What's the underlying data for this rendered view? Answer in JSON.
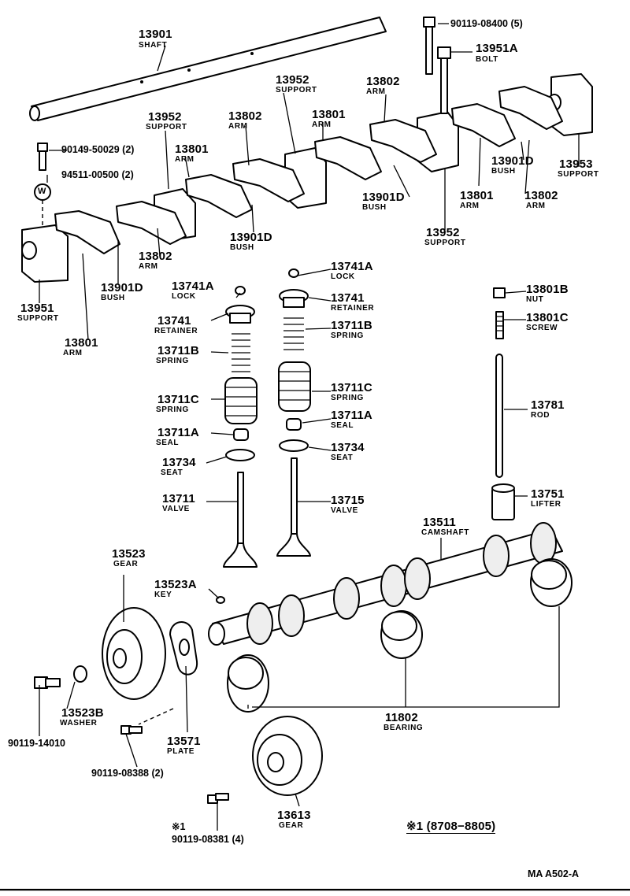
{
  "parts": [
    {
      "id": "shaft",
      "number": "13901",
      "name": "SHAFT"
    },
    {
      "id": "bolt-top",
      "number": "90119-08400 (5)",
      "name": ""
    },
    {
      "id": "bolt-13951a",
      "number": "13951A",
      "name": "BOLT"
    },
    {
      "id": "support-13952-top",
      "number": "13952",
      "name": "SUPPORT"
    },
    {
      "id": "arm-13802-top",
      "number": "13802",
      "name": "ARM"
    },
    {
      "id": "support-13952-left",
      "number": "13952",
      "name": "SUPPORT"
    },
    {
      "id": "arm-13802-mid",
      "number": "13802",
      "name": "ARM"
    },
    {
      "id": "arm-13801-mid",
      "number": "13801",
      "name": "ARM"
    },
    {
      "id": "arm-13801-left",
      "number": "13801",
      "name": "ARM"
    },
    {
      "id": "bolt-90149",
      "number": "90149-50029 (2)",
      "name": ""
    },
    {
      "id": "washer-94511",
      "number": "94511-00500 (2)",
      "name": ""
    },
    {
      "id": "support-13953",
      "number": "13953",
      "name": "SUPPORT"
    },
    {
      "id": "bush-13901d-right",
      "number": "13901D",
      "name": "BUSH"
    },
    {
      "id": "bush-13901d-center",
      "number": "13901D",
      "name": "BUSH"
    },
    {
      "id": "arm-13801-right",
      "number": "13801",
      "name": "ARM"
    },
    {
      "id": "arm-13802-right",
      "number": "13802",
      "name": "ARM"
    },
    {
      "id": "support-13952-bottom",
      "number": "13952",
      "name": "SUPPORT"
    },
    {
      "id": "bush-13901d-mid",
      "number": "13901D",
      "name": "BUSH"
    },
    {
      "id": "arm-13802-left",
      "number": "13802",
      "name": "ARM"
    },
    {
      "id": "bush-13901d-left",
      "number": "13901D",
      "name": "BUSH"
    },
    {
      "id": "support-13951",
      "number": "13951",
      "name": "SUPPORT"
    },
    {
      "id": "arm-13801-bottom",
      "number": "13801",
      "name": "ARM"
    },
    {
      "id": "lock-left",
      "number": "13741A",
      "name": "LOCK"
    },
    {
      "id": "lock-right",
      "number": "13741A",
      "name": "LOCK"
    },
    {
      "id": "retainer-left",
      "number": "13741",
      "name": "RETAINER"
    },
    {
      "id": "retainer-right",
      "number": "13741",
      "name": "RETAINER"
    },
    {
      "id": "spring-b-left",
      "number": "13711B",
      "name": "SPRING"
    },
    {
      "id": "spring-b-right",
      "number": "13711B",
      "name": "SPRING"
    },
    {
      "id": "spring-c-left",
      "number": "13711C",
      "name": "SPRING"
    },
    {
      "id": "spring-c-right",
      "number": "13711C",
      "name": "SPRING"
    },
    {
      "id": "seal-left",
      "number": "13711A",
      "name": "SEAL"
    },
    {
      "id": "seal-right",
      "number": "13711A",
      "name": "SEAL"
    },
    {
      "id": "seat-left",
      "number": "13734",
      "name": "SEAT"
    },
    {
      "id": "seat-right",
      "number": "13734",
      "name": "SEAT"
    },
    {
      "id": "valve-intake",
      "number": "13711",
      "name": "VALVE"
    },
    {
      "id": "valve-exhaust",
      "number": "13715",
      "name": "VALVE"
    },
    {
      "id": "nut",
      "number": "13801B",
      "name": "NUT"
    },
    {
      "id": "screw",
      "number": "13801C",
      "name": "SCREW"
    },
    {
      "id": "rod",
      "number": "13781",
      "name": "ROD"
    },
    {
      "id": "lifter",
      "number": "13751",
      "name": "LIFTER"
    },
    {
      "id": "camshaft",
      "number": "13511",
      "name": "CAMSHAFT"
    },
    {
      "id": "gear-13523",
      "number": "13523",
      "name": "GEAR"
    },
    {
      "id": "key",
      "number": "13523A",
      "name": "KEY"
    },
    {
      "id": "washer-13523b",
      "number": "13523B",
      "name": "WASHER"
    },
    {
      "id": "bolt-14010",
      "number": "90119-14010",
      "name": ""
    },
    {
      "id": "plate",
      "number": "13571",
      "name": "PLATE"
    },
    {
      "id": "bolt-08388",
      "number": "90119-08388 (2)",
      "name": ""
    },
    {
      "id": "bearing",
      "number": "11802",
      "name": "BEARING"
    },
    {
      "id": "gear-13613",
      "number": "13613",
      "name": "GEAR"
    },
    {
      "id": "bolt-08381",
      "number": "90119-08381 (4)",
      "name": ""
    }
  ],
  "footnote": {
    "marker": "※1",
    "range": "※1 (8708−8805)"
  },
  "washer_symbol": "W",
  "figure_code": "MA A502-A"
}
